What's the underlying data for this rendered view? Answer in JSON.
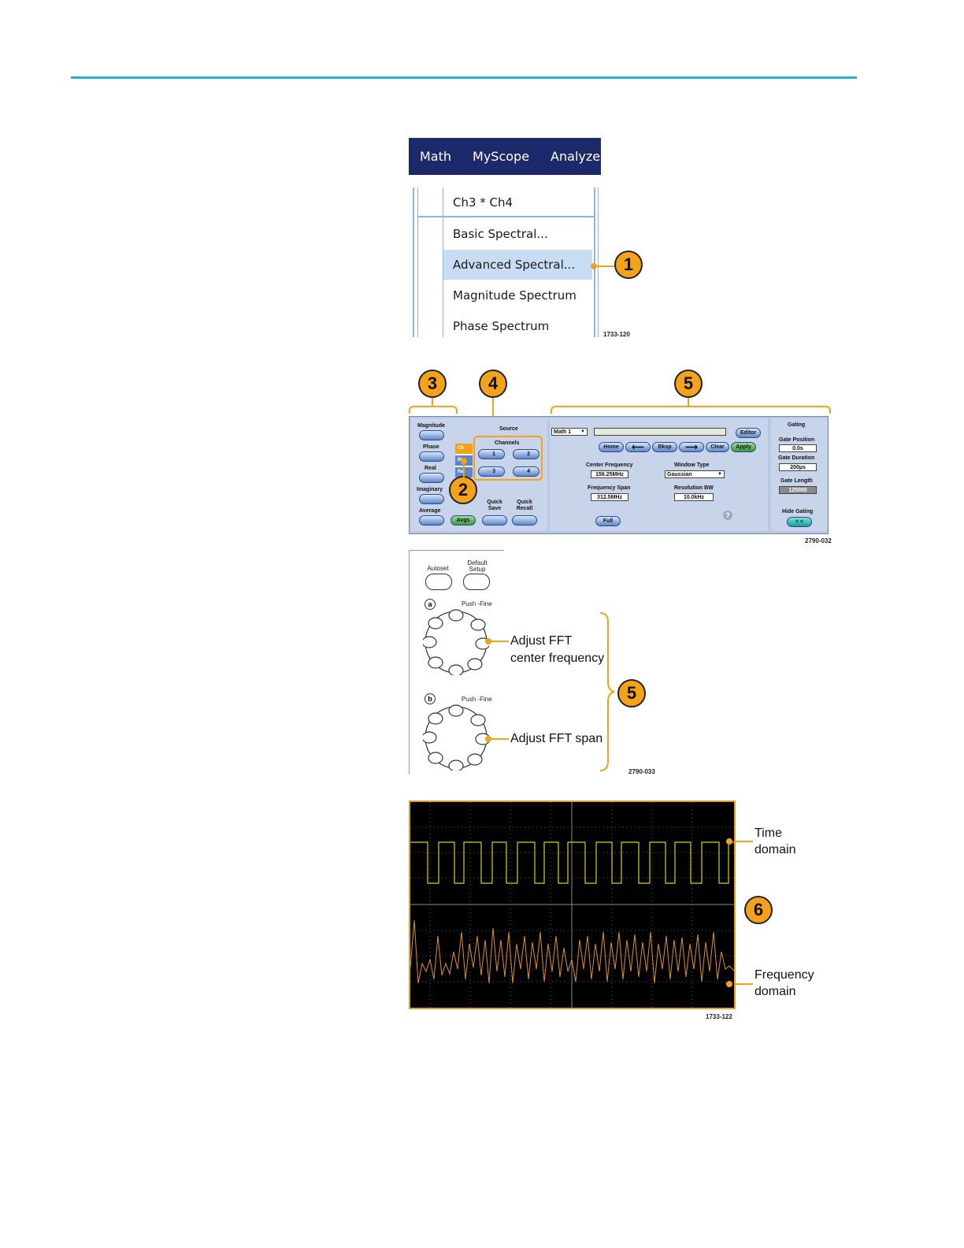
{
  "menu": {
    "items": [
      "Math",
      "MyScope",
      "Analyze"
    ],
    "dropdown": [
      "Ch3 * Ch4",
      "Basic Spectral...",
      "Advanced Spectral...",
      "Magnitude Spectrum",
      "Phase Spectrum"
    ],
    "highlighted": "Advanced Spectral...",
    "figure_code": "1733-120"
  },
  "callouts": {
    "c1": "1",
    "c2": "2",
    "c3": "3",
    "c4": "4",
    "c5": "5",
    "c5b": "5",
    "c6": "6"
  },
  "panel": {
    "left_labels": [
      "Magnitude",
      "Phase",
      "Real",
      "Imaginary",
      "Average"
    ],
    "source_title": "Source",
    "channels_title": "Channels",
    "channels": [
      "1",
      "2",
      "3",
      "4"
    ],
    "tabs": [
      "Ch",
      "Ma",
      "Re"
    ],
    "avgs": "Avgs",
    "quick_save": "Quick Save",
    "quick_recall": "Quick Recall",
    "math_select": "Math 1",
    "editor": "Editor",
    "buttons": [
      "Home",
      "Bksp",
      "Clear",
      "Apply"
    ],
    "center_frequency_label": "Center Frequency",
    "center_frequency": "156.25MHz",
    "frequency_span_label": "Frequency Span",
    "frequency_span": "312.5MHz",
    "window_type_label": "Window Type",
    "window_type": "Gaussian",
    "resolution_bw_label": "Resolution BW",
    "resolution_bw": "10.0kHz",
    "full": "Full",
    "help": "?",
    "gating_title": "Gating",
    "gate_position_label": "Gate Position",
    "gate_position": "0.0s",
    "gate_duration_label": "Gate Duration",
    "gate_duration": "200µs",
    "gate_length_label": "Gate Length",
    "gate_length": "125000",
    "hide_gating_label": "Hide Gating",
    "hide_gating_btn": "< <",
    "figure_code": "2790-032"
  },
  "knobs": {
    "autoset": "Autoset",
    "default_setup": "Default Setup",
    "knob_a": "a",
    "knob_b": "b",
    "push_fine": "Push -Fine",
    "label_a": "Adjust FFT center frequency",
    "label_b": "Adjust FFT span",
    "figure_code": "2790-033"
  },
  "scope": {
    "time_label": "Time domain",
    "freq_label": "Frequency domain",
    "figure_code": "1733-122"
  },
  "colors": {
    "accent_line": "#2ab0cf",
    "callout": "#f4a21c",
    "menubar": "#1c2a6b",
    "trace_time": "#d8d020",
    "trace_freq": "#e0922a"
  }
}
